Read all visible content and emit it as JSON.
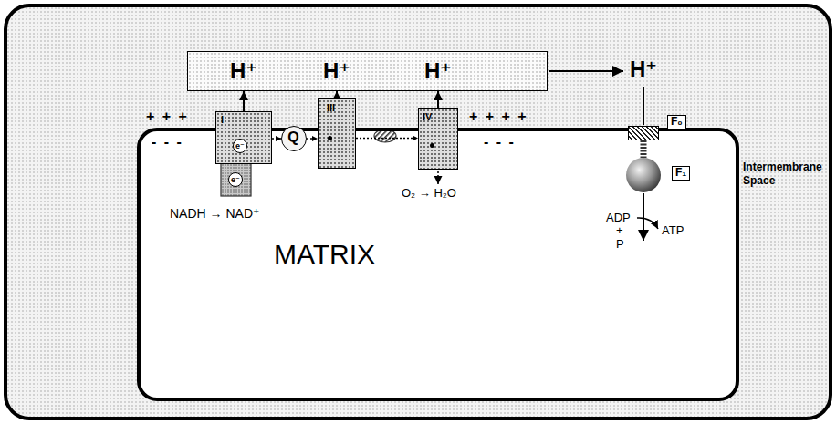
{
  "diagram": {
    "nodes": [
      {
        "text": [
          "Intermembrane Space"
        ]
      },
      {
        "text": [
          "H⁺",
          "H⁺",
          "H⁺"
        ],
        "in": 0
      },
      {
        "text": [
          "MATRIX"
        ],
        "in": 0
      },
      {
        "text": [
          "I"
        ],
        "in": 0
      },
      {
        "text": [
          "Q"
        ],
        "in": 0
      },
      {
        "text": [
          "III"
        ],
        "in": 0
      },
      {
        "text": [
          "IV"
        ],
        "in": 0
      },
      {
        "text": [
          "F₀"
        ],
        "in": 0
      },
      {
        "text": [
          "F₁"
        ],
        "in": 0
      }
    ],
    "edges": [
      {
        "from": 3,
        "to": 1,
        "arrow": "to"
      },
      {
        "from": 5,
        "to": 1,
        "arrow": "to"
      },
      {
        "from": 6,
        "to": 1,
        "arrow": "to"
      },
      {
        "from": 3,
        "to": 4,
        "arrow": "to"
      },
      {
        "from": 4,
        "to": 5,
        "arrow": "to"
      },
      {
        "from": 5,
        "to": 6,
        "arrow": "to"
      },
      {
        "from": 7,
        "to": 8,
        "arrow": "none"
      }
    ],
    "labels": [
      "H⁺",
      "+ + +",
      "- - -",
      "+ + + +",
      "- - -",
      "e⁻",
      "e⁻",
      "NADH → NAD⁺",
      "O₂ → H₂O",
      "ADP",
      "+",
      "P",
      "ATP"
    ]
  }
}
